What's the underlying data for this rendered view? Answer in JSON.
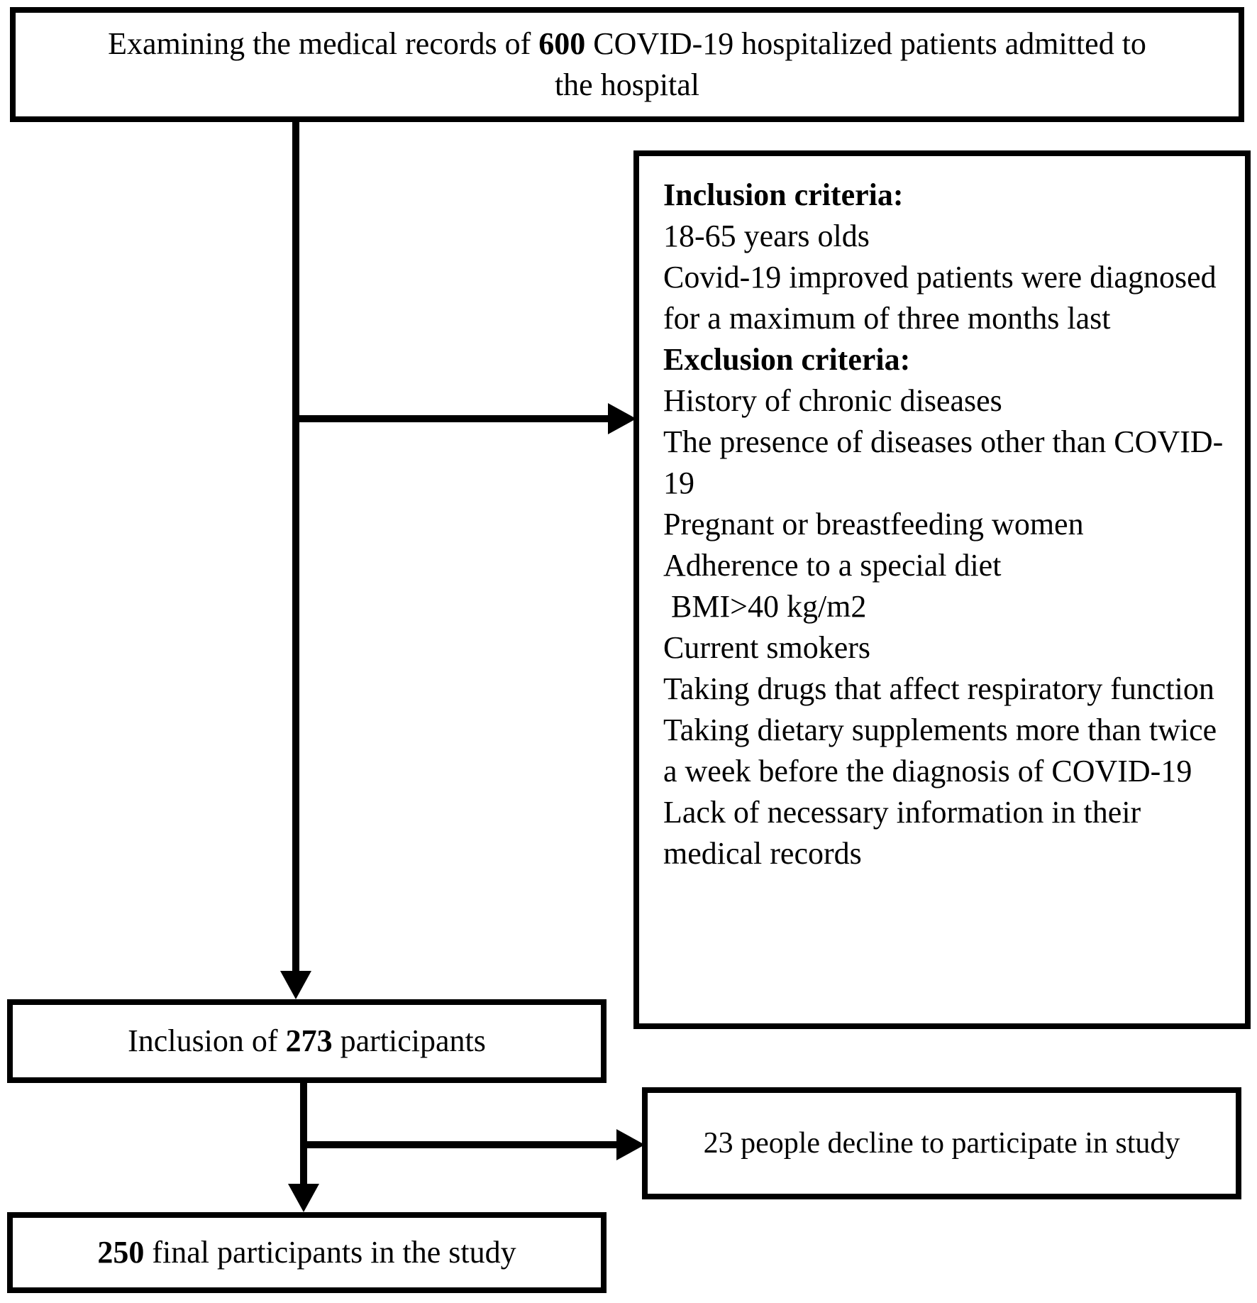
{
  "diagram": {
    "colors": {
      "ink": "#000000",
      "paper": "#ffffff"
    },
    "boxes": {
      "top": {
        "lines": [
          [
            {
              "text": "Examining the medical records of "
            },
            {
              "text": "600",
              "bold": true
            },
            {
              "text": " COVID-19 hospitalized patients admitted to"
            }
          ],
          [
            {
              "text": "the hospital"
            }
          ]
        ]
      },
      "criteria": {
        "lines": [
          [
            {
              "text": "Inclusion criteria:",
              "bold": true
            }
          ],
          [
            {
              "text": "18-65 years olds"
            }
          ],
          [
            {
              "text": "Covid-19 improved patients were diagnosed for a maximum of three months last"
            }
          ],
          [
            {
              "text": "Exclusion criteria:",
              "bold": true
            }
          ],
          [
            {
              "text": "History of chronic diseases"
            }
          ],
          [
            {
              "text": "The presence of diseases other than COVID-19"
            }
          ],
          [
            {
              "text": "Pregnant or breastfeeding women"
            }
          ],
          [
            {
              "text": "Adherence to a special diet"
            }
          ],
          [
            {
              "text": " BMI>40 kg/m2"
            }
          ],
          [
            {
              "text": "Current smokers"
            }
          ],
          [
            {
              "text": "Taking drugs that affect respiratory function"
            }
          ],
          [
            {
              "text": "Taking dietary supplements more than twice a week before the diagnosis of COVID-19"
            }
          ],
          [
            {
              "text": "Lack of necessary information in their medical records"
            }
          ]
        ]
      },
      "inclusion": {
        "lines": [
          [
            {
              "text": "Inclusion of "
            },
            {
              "text": "273",
              "bold": true
            },
            {
              "text": " participants"
            }
          ]
        ]
      },
      "decline": {
        "lines": [
          [
            {
              "text": "23 people decline to participate in study"
            }
          ]
        ]
      },
      "final": {
        "lines": [
          [
            {
              "text": "250",
              "bold": true
            },
            {
              "text": " final participants in the study"
            }
          ]
        ]
      }
    }
  }
}
